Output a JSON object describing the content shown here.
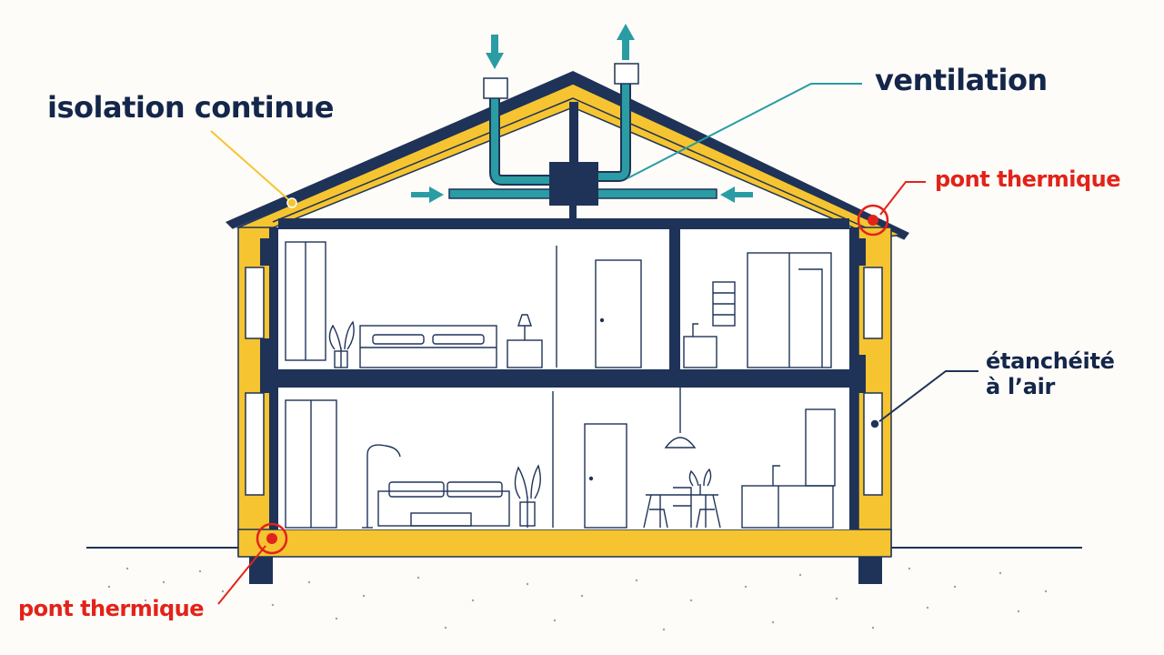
{
  "labels": {
    "isolation": "isolation continue",
    "ventilation": "ventilation",
    "pont_thermique_top": "pont thermique",
    "pont_thermique_bottom": "pont thermique",
    "etancheite_line1": "étanchéité",
    "etancheite_line2": "à l’air"
  },
  "colors": {
    "insulation": "#f5c430",
    "structure": "#1f3358",
    "duct": "#2a9ca4",
    "thermal_bridge": "#e2231a",
    "background": "#fdfcf8"
  },
  "icons": [
    "arrow-down-icon",
    "arrow-up-icon",
    "arrow-right-icon",
    "arrow-left-icon",
    "ventilation-unit-icon"
  ]
}
